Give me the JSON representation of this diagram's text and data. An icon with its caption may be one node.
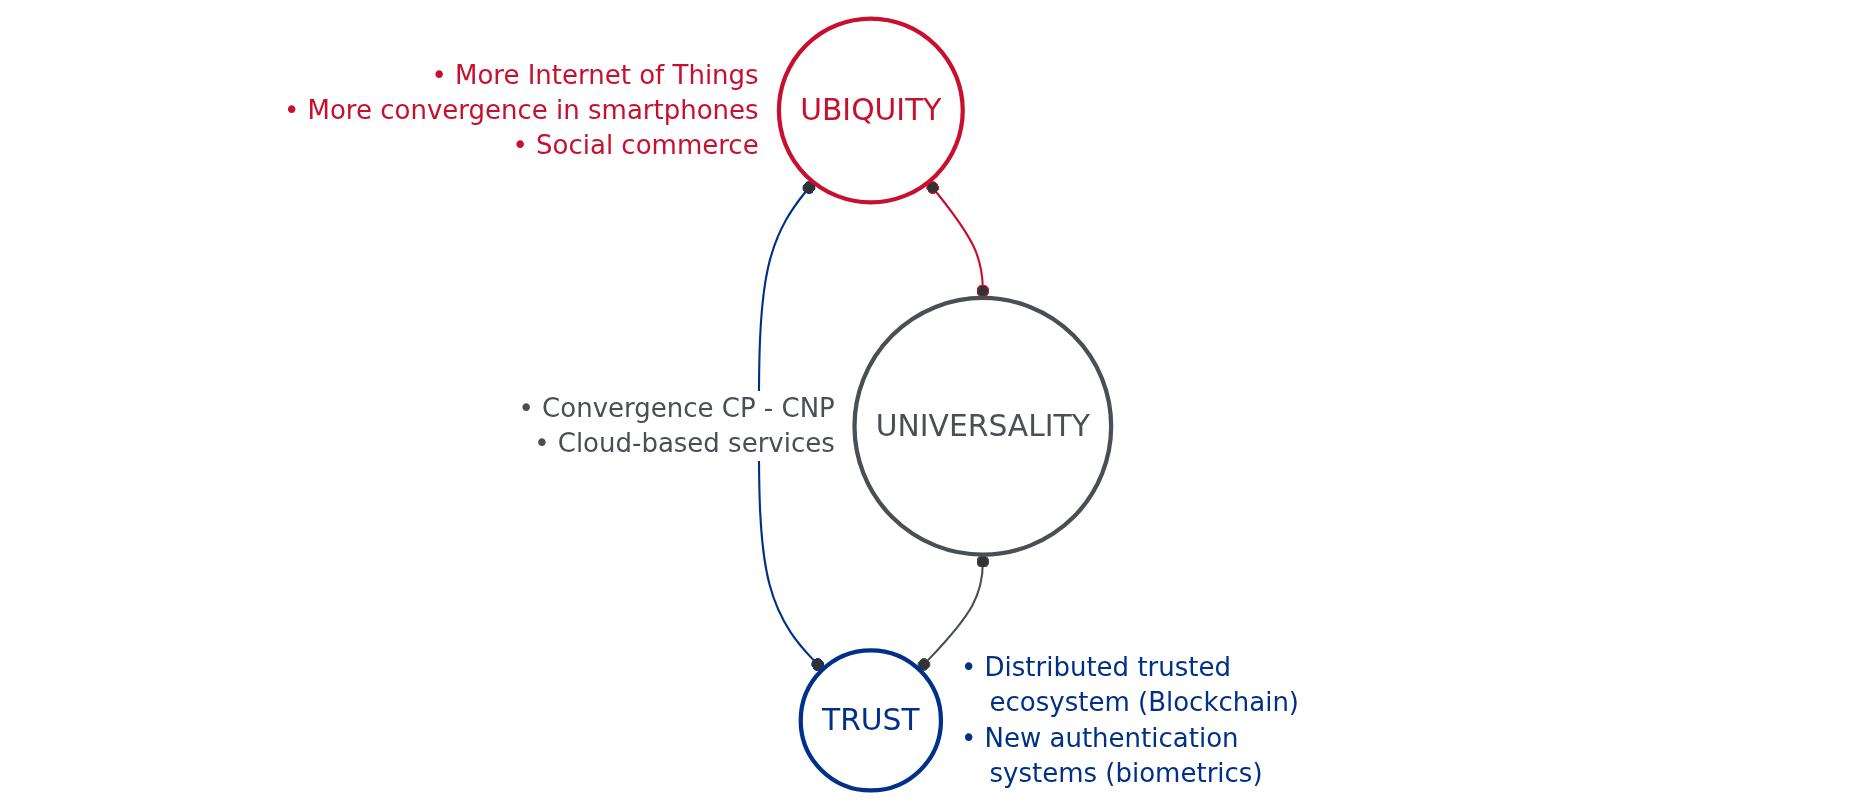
{
  "diagram": {
    "nodes": [
      {
        "text": [
          "UBIQUITY"
        ],
        "beside": [
          "• More Internet of Things",
          "• More convergence in smartphones",
          "• Social commerce"
        ]
      },
      {
        "text": [
          "UNIVERSALITY"
        ],
        "beside": [
          "• Convergence CP - CNP",
          "• Cloud-based services"
        ]
      },
      {
        "text": [
          "TRUST"
        ],
        "beside": [
          "• Distributed trusted ecosystem (Blockchain)",
          "• New authentication systems (biometrics)"
        ]
      }
    ],
    "edges": [
      {
        "from": 0,
        "to": 1,
        "arrow": "other",
        "color": "#c8102e"
      },
      {
        "from": 0,
        "to": 2,
        "arrow": "other",
        "color": "#003087"
      },
      {
        "from": 1,
        "to": 2,
        "arrow": "other",
        "color": "#4a4f55"
      }
    ]
  }
}
